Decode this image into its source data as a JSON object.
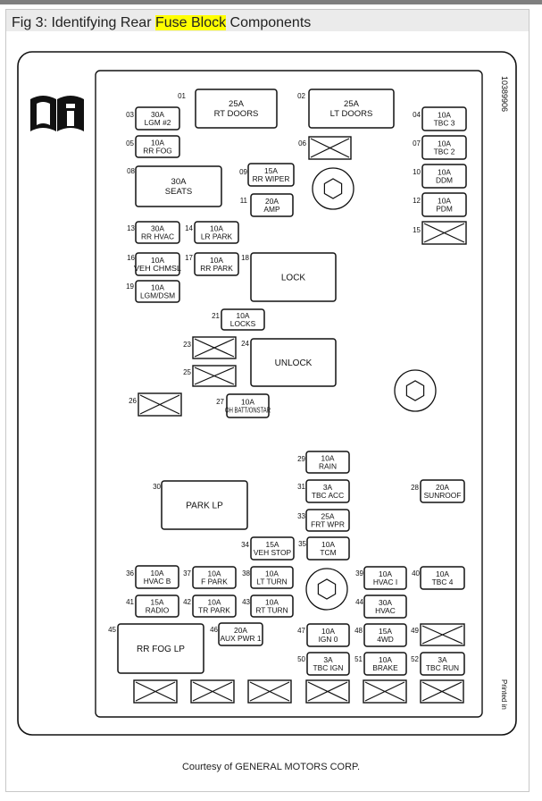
{
  "title": {
    "before": "Fig 3: Identifying Rear ",
    "highlight": "Fuse Block",
    "after": " Components"
  },
  "highlight_color": "#ffff00",
  "credit": "Courtesy of GENERAL MOTORS CORP.",
  "part_number": "10389906",
  "printed_in": "Printed in",
  "icons": {
    "manual": "manual-info-icon",
    "relay": "relay-icon",
    "stud": "stud-icon"
  },
  "fuses": [
    {
      "num": "01",
      "lines": [
        "25A",
        "RT DOORS"
      ]
    },
    {
      "num": "02",
      "lines": [
        "25A",
        "LT DOORS"
      ]
    },
    {
      "num": "03",
      "lines": [
        "30A",
        "LGM #2"
      ]
    },
    {
      "num": "04",
      "lines": [
        "10A",
        "TBC 3"
      ]
    },
    {
      "num": "05",
      "lines": [
        "10A",
        "RR FOG"
      ]
    },
    {
      "num": "06",
      "lines": []
    },
    {
      "num": "07",
      "lines": [
        "10A",
        "TBC 2"
      ]
    },
    {
      "num": "08",
      "lines": [
        "30A",
        "SEATS"
      ]
    },
    {
      "num": "09",
      "lines": [
        "15A",
        "RR WIPER"
      ]
    },
    {
      "num": "10",
      "lines": [
        "10A",
        "DDM"
      ]
    },
    {
      "num": "11",
      "lines": [
        "20A",
        "AMP"
      ]
    },
    {
      "num": "12",
      "lines": [
        "10A",
        "PDM"
      ]
    },
    {
      "num": "13",
      "lines": [
        "30A",
        "RR HVAC"
      ]
    },
    {
      "num": "14",
      "lines": [
        "10A",
        "LR PARK"
      ]
    },
    {
      "num": "15",
      "lines": []
    },
    {
      "num": "16",
      "lines": [
        "10A",
        "VEH CHMSL"
      ]
    },
    {
      "num": "17",
      "lines": [
        "10A",
        "RR PARK"
      ]
    },
    {
      "num": "18",
      "lines": [
        "LOCK"
      ]
    },
    {
      "num": "19",
      "lines": [
        "10A",
        "LGM/DSM"
      ]
    },
    {
      "num": "21",
      "lines": [
        "10A",
        "LOCKS"
      ]
    },
    {
      "num": "23",
      "lines": []
    },
    {
      "num": "24",
      "lines": [
        "UNLOCK"
      ]
    },
    {
      "num": "25",
      "lines": []
    },
    {
      "num": "26",
      "lines": []
    },
    {
      "num": "27",
      "lines": [
        "10A",
        "OH BATT/ONSTAR"
      ]
    },
    {
      "num": "29",
      "lines": [
        "10A",
        "RAIN"
      ]
    },
    {
      "num": "30",
      "lines": [
        "PARK LP"
      ]
    },
    {
      "num": "31",
      "lines": [
        "3A",
        "TBC ACC"
      ]
    },
    {
      "num": "28",
      "lines": [
        "20A",
        "SUNROOF"
      ]
    },
    {
      "num": "33",
      "lines": [
        "25A",
        "FRT WPR"
      ]
    },
    {
      "num": "34",
      "lines": [
        "15A",
        "VEH STOP"
      ]
    },
    {
      "num": "35",
      "lines": [
        "10A",
        "TCM"
      ]
    },
    {
      "num": "36",
      "lines": [
        "10A",
        "HVAC B"
      ]
    },
    {
      "num": "37",
      "lines": [
        "10A",
        "F PARK"
      ]
    },
    {
      "num": "38",
      "lines": [
        "10A",
        "LT TURN"
      ]
    },
    {
      "num": "39",
      "lines": [
        "10A",
        "HVAC I"
      ]
    },
    {
      "num": "40",
      "lines": [
        "10A",
        "TBC 4"
      ]
    },
    {
      "num": "41",
      "lines": [
        "15A",
        "RADIO"
      ]
    },
    {
      "num": "42",
      "lines": [
        "10A",
        "TR PARK"
      ]
    },
    {
      "num": "43",
      "lines": [
        "10A",
        "RT TURN"
      ]
    },
    {
      "num": "44",
      "lines": [
        "30A",
        "HVAC"
      ]
    },
    {
      "num": "45",
      "lines": [
        "RR FOG LP"
      ]
    },
    {
      "num": "46",
      "lines": [
        "20A",
        "AUX PWR 1"
      ]
    },
    {
      "num": "47",
      "lines": [
        "10A",
        "IGN 0"
      ]
    },
    {
      "num": "48",
      "lines": [
        "15A",
        "4WD"
      ]
    },
    {
      "num": "49",
      "lines": []
    },
    {
      "num": "50",
      "lines": [
        "3A",
        "TBC IGN"
      ]
    },
    {
      "num": "51",
      "lines": [
        "10A",
        "BRAKE"
      ]
    },
    {
      "num": "52",
      "lines": [
        "3A",
        "TBC RUN"
      ]
    }
  ],
  "bottom_relays_count": 6
}
